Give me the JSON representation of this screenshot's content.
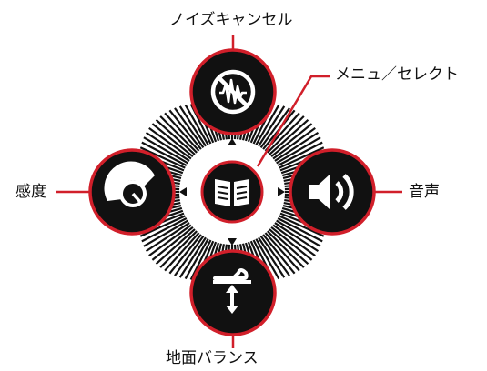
{
  "labels": {
    "noise_cancel": "ノイズキャンセル",
    "menu_select": "メニュ／セレクト",
    "sensitivity": "感度",
    "volume": "音声",
    "ground_balance": "地面バランス"
  },
  "buttons": [
    {
      "id": "noise-cancel",
      "icon": "noise-cancel-icon"
    },
    {
      "id": "sensitivity",
      "icon": "sensitivity-dial-icon"
    },
    {
      "id": "menu-select",
      "icon": "menu-book-icon"
    },
    {
      "id": "volume",
      "icon": "speaker-icon"
    },
    {
      "id": "ground-balance",
      "icon": "ground-balance-icon"
    }
  ],
  "colors": {
    "button_fill": "#111111",
    "button_ring": "#d11f2a",
    "leader_line": "#d11f2a",
    "icon": "#ffffff",
    "text": "#111111"
  }
}
